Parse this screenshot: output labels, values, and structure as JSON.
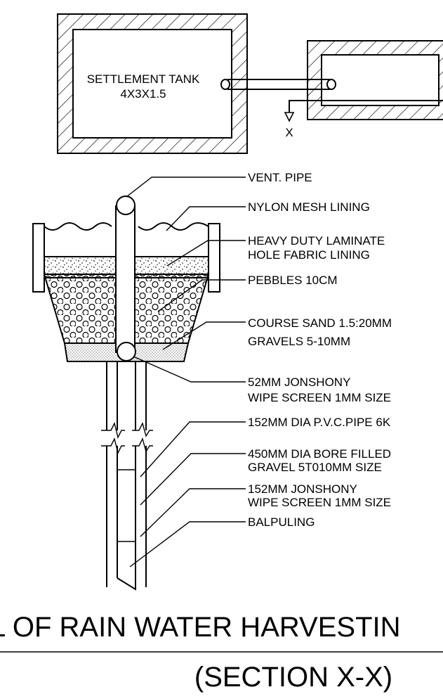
{
  "drawing": {
    "settlement_tank": {
      "line1": "SETTLEMENT TANK",
      "line2": "4X3X1.5"
    },
    "section_marker": "X",
    "labels": {
      "vent_pipe": "VENT. PIPE",
      "nylon_mesh": "NYLON MESH LINING",
      "laminate_1": "HEAVY DUTY LAMINATE",
      "laminate_2": "HOLE FABRIC LINING",
      "pebbles": "PEBBLES 10CM",
      "sand_1": "COURSE SAND 1.5:20MM",
      "sand_2": "GRAVELS 5-10MM",
      "screen52_1": "52MM JONSHONY",
      "screen52_2": "WIPE SCREEN 1MM SIZE",
      "pvc_pipe": "152MM DIA P.V.C.PIPE 6K",
      "bore_1": "450MM DIA BORE FILLED",
      "bore_2": "GRAVEL 5T010MM SIZE",
      "screen152_1": "152MM JONSHONY",
      "screen152_2": "WIPE SCREEN 1MM SIZE",
      "balpuling": "BALPULING"
    },
    "title": "L OF RAIN WATER HARVESTIN",
    "subtitle": "(SECTION X-X)"
  }
}
